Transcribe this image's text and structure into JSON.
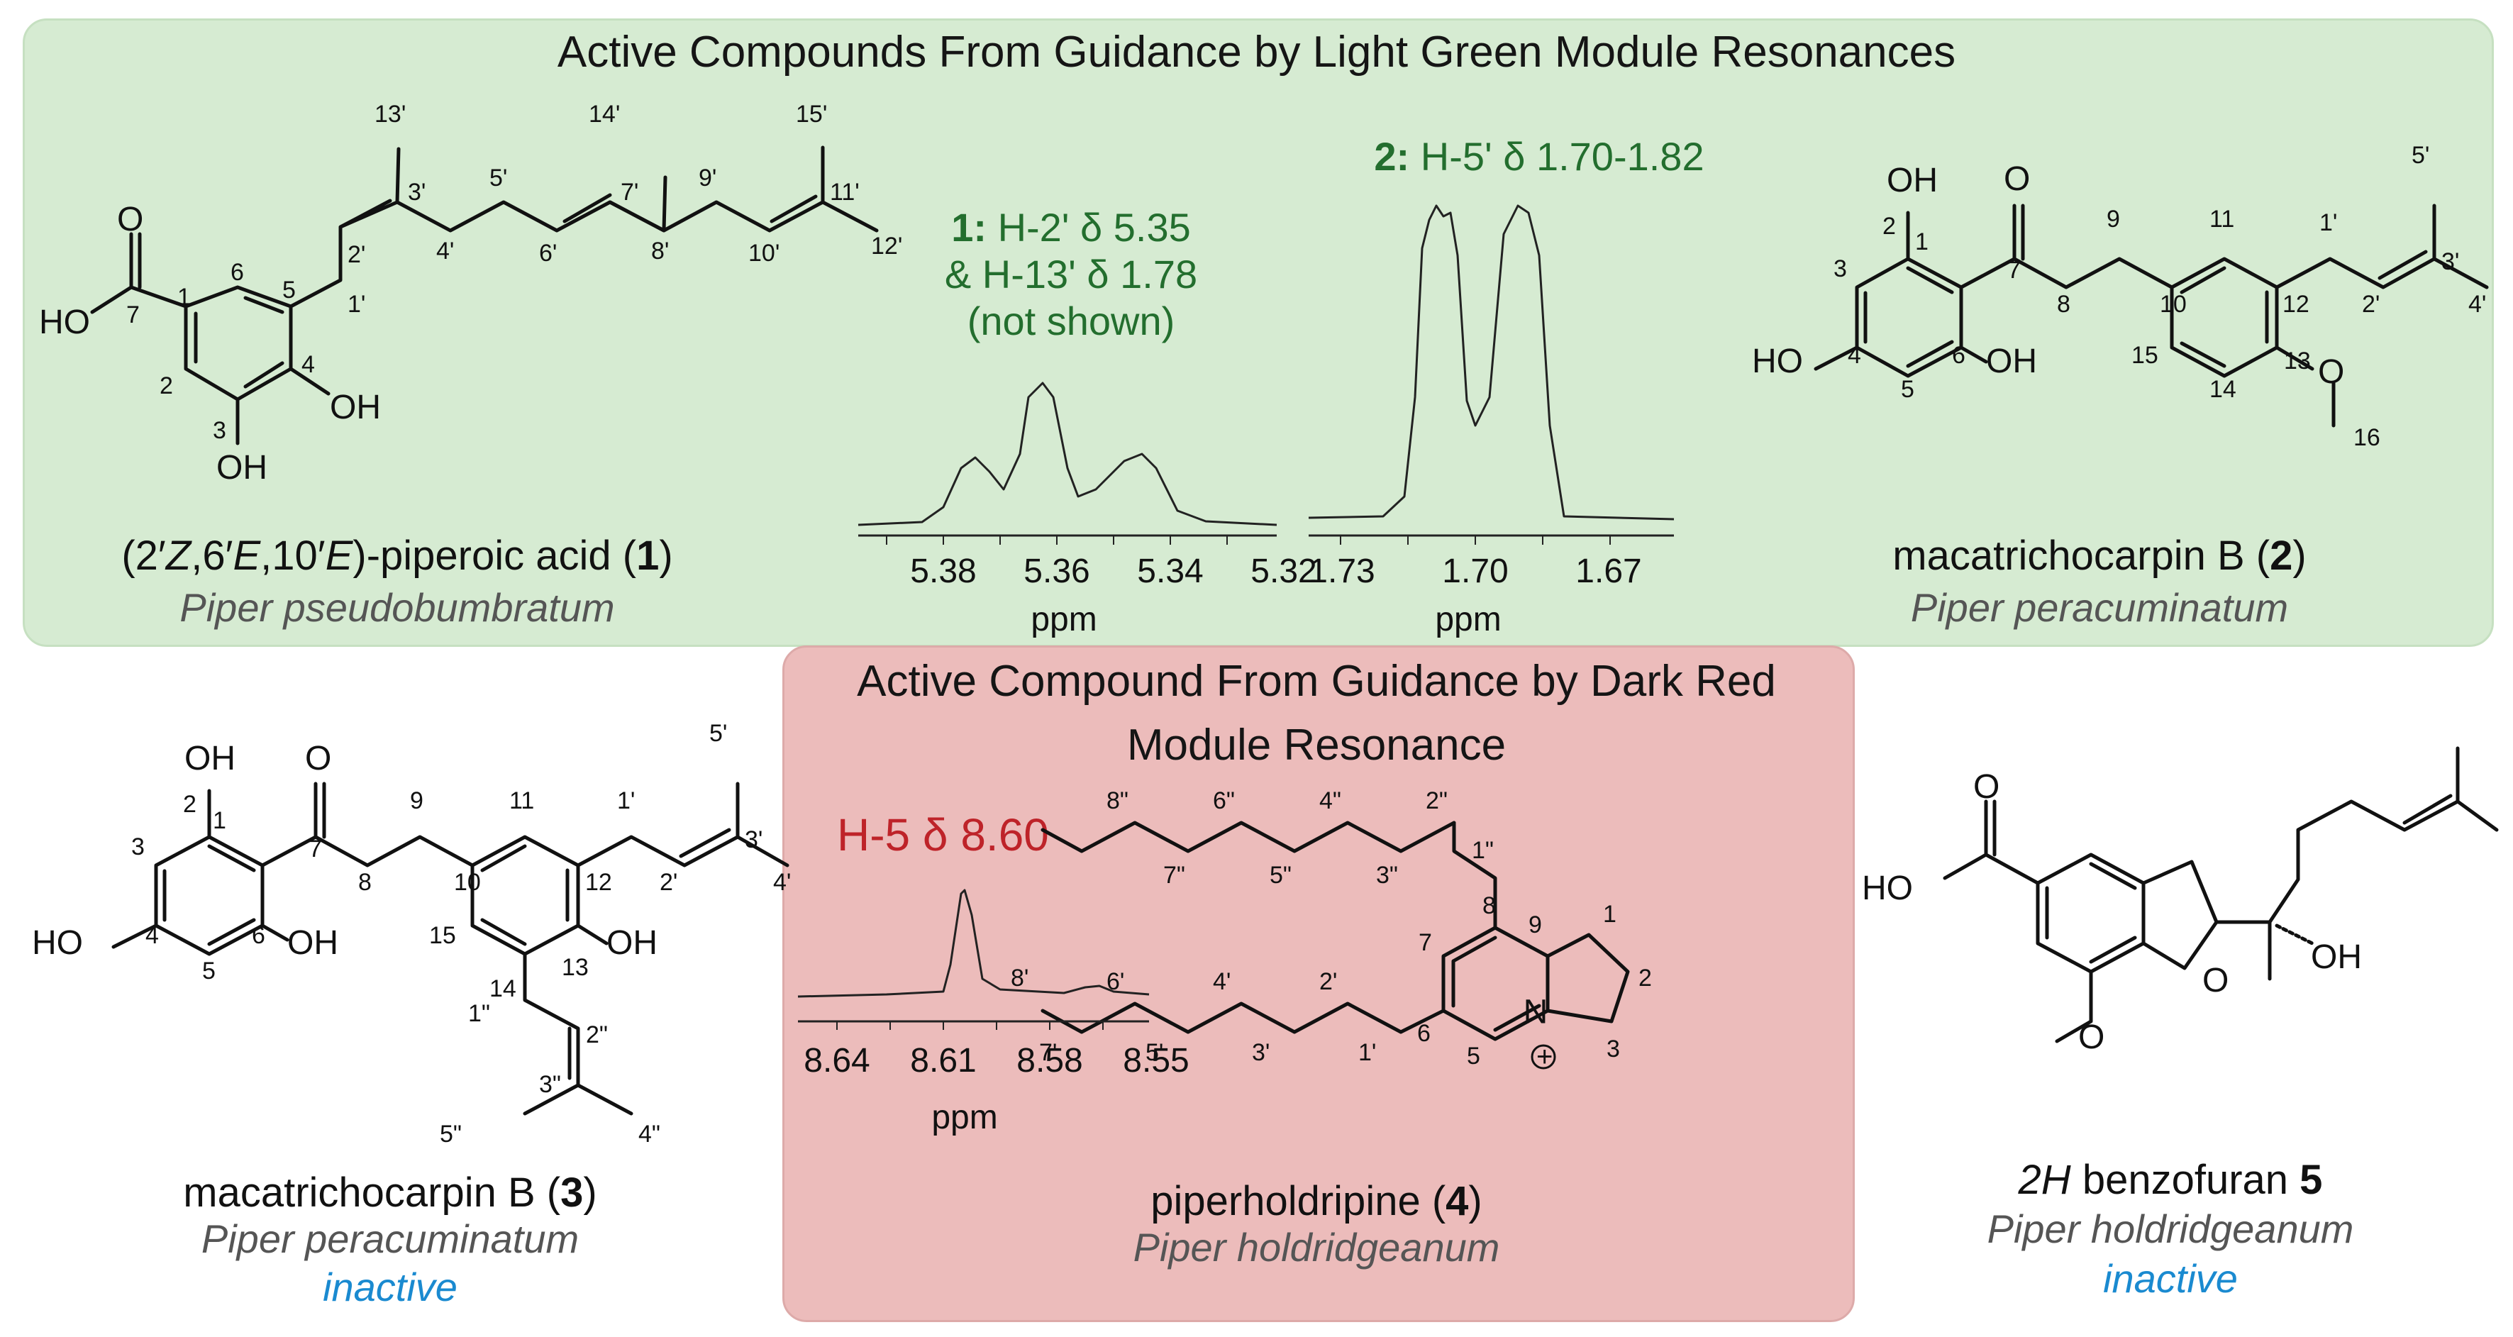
{
  "panel_green": {
    "title": "Active Compounds From Guidance by Light Green Module Resonances",
    "compound1": {
      "name_prefix": "(2′",
      "z": "Z",
      "mid1": ",6′",
      "e1": "E",
      "mid2": ",10′",
      "e2": "E",
      "name_suffix": ")-piperoic acid (",
      "num": "1",
      "close": ")",
      "species": "Piper pseudobumbratum",
      "labels": {
        "carbonyl_o": "O",
        "ho": "HO",
        "oh4": "OH",
        "oh3": "OH",
        "c1": "1",
        "c2": "2",
        "c3": "3",
        "c4": "4",
        "c5": "5",
        "c6": "6",
        "c7": "7",
        "c1p": "1'",
        "c2p": "2'",
        "c3p": "3'",
        "c4p": "4'",
        "c5p": "5'",
        "c6p": "6'",
        "c7p": "7'",
        "c8p": "8'",
        "c9p": "9'",
        "c10p": "10'",
        "c11p": "11'",
        "c12p": "12'",
        "c13p": "13'",
        "c14p": "14'",
        "c15p": "15'"
      }
    },
    "nmr1": {
      "bold": "1:",
      "line1": " H-2' δ 5.35",
      "line2": "& H-13' δ 1.78",
      "line3": "(not shown)",
      "ticks": [
        "5.38",
        "5.36",
        "5.34",
        "5.32"
      ],
      "axis_label": "ppm"
    },
    "nmr2": {
      "bold": "2:",
      "line1": " H-5' δ 1.70-1.82",
      "ticks": [
        "1.73",
        "1.70",
        "1.67"
      ],
      "axis_label": "ppm"
    },
    "compound2": {
      "name": "macatrichocarpin B (",
      "num": "2",
      "close": ")",
      "species": "Piper peracuminatum",
      "labels": {
        "oh2": "OH",
        "o7": "O",
        "ho4": "HO",
        "oh6": "OH",
        "ome": "O",
        "c1": "1",
        "c2": "2",
        "c3": "3",
        "c4": "4",
        "c5": "5",
        "c6": "6",
        "c7": "7",
        "c8": "8",
        "c9": "9",
        "c10": "10",
        "c11": "11",
        "c12": "12",
        "c13": "13",
        "c14": "14",
        "c15": "15",
        "c16": "16",
        "c1p": "1'",
        "c2p": "2'",
        "c3p": "3'",
        "c4p": "4'",
        "c5p": "5'"
      }
    }
  },
  "compound3": {
    "name": "macatrichocarpin B (",
    "num": "3",
    "close": ")",
    "species": "Piper peracuminatum",
    "status": "inactive",
    "labels": {
      "oh2": "OH",
      "o7": "O",
      "ho4": "HO",
      "oh6": "OH",
      "oh13": "OH",
      "c1": "1",
      "c2": "2",
      "c3": "3",
      "c4": "4",
      "c5": "5",
      "c6": "6",
      "c7": "7",
      "c8": "8",
      "c9": "9",
      "c10": "10",
      "c11": "11",
      "c12": "12",
      "c13": "13",
      "c14": "14",
      "c15": "15",
      "c1p": "1'",
      "c2p": "2'",
      "c3p": "3'",
      "c4p": "4'",
      "c5p": "5'",
      "c1pp": "1\"",
      "c2pp": "2\"",
      "c3pp": "3\"",
      "c4pp": "4\"",
      "c5pp": "5\""
    }
  },
  "panel_red": {
    "title_line1": "Active Compound From Guidance by Dark Red",
    "title_line2": "Module Resonance",
    "nmr": {
      "label": "H-5 δ 8.60",
      "ticks": [
        "8.64",
        "8.61",
        "8.58",
        "8.55"
      ],
      "axis_label": "ppm"
    },
    "compound4": {
      "name": "piperholdripine (",
      "num": "4",
      "close": ")",
      "species": "Piper holdridgeanum",
      "labels": {
        "n": "N",
        "plus": "+",
        "c1": "1",
        "c2": "2",
        "c3": "3",
        "c5": "5",
        "c6": "6",
        "c7": "7",
        "c8": "8",
        "c9": "9",
        "c1p": "1'",
        "c2p": "2'",
        "c3p": "3'",
        "c4p": "4'",
        "c5p": "5'",
        "c6p": "6'",
        "c7p": "7'",
        "c8p": "8'",
        "c1pp": "1\"",
        "c2pp": "2\"",
        "c3pp": "3\"",
        "c4pp": "4\"",
        "c5pp": "5\"",
        "c6pp": "6\"",
        "c7pp": "7\"",
        "c8pp": "8\""
      }
    }
  },
  "compound5": {
    "name_italic": "2H",
    "name_mid": " benzofuran ",
    "num": "5",
    "species": "Piper holdridgeanum",
    "status": "inactive",
    "labels": {
      "o_carbonyl": "O",
      "ho": "HO",
      "o_ring": "O",
      "oh": "OH",
      "ome": "O"
    }
  }
}
